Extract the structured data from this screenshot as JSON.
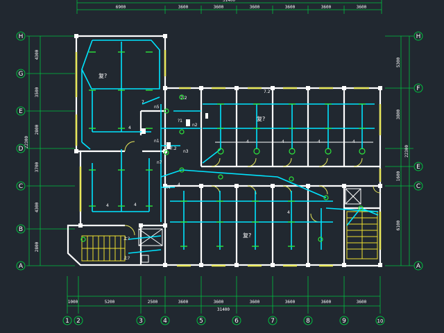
{
  "colors": {
    "background": "#212830",
    "wall": "#ffffff",
    "wiring": "#00e5ff",
    "fixture": "#2ce83a",
    "dimension": "#00c040",
    "window": "#e8e85a",
    "stairs": "#f0e030",
    "text": "#ffffff"
  },
  "top_dims": {
    "overall": "31400",
    "segments": [
      "6900",
      "3600",
      "3600",
      "3600",
      "3600",
      "3600",
      "3600"
    ]
  },
  "bottom_dims": {
    "segments": [
      "1000",
      "5200",
      "2500",
      "3600",
      "3600",
      "3600",
      "3600",
      "3600",
      "3600"
    ],
    "overall": "31400"
  },
  "left_dims": {
    "segments": [
      "4300",
      "3500",
      "2800",
      "3700",
      "4300",
      "2800"
    ],
    "overall": "22300"
  },
  "right_dims": {
    "segments": [
      "5300",
      "3800",
      "1600",
      "6100"
    ],
    "overall": "22300"
  },
  "column_axes": [
    "1",
    "2",
    "3",
    "4",
    "5",
    "6",
    "7",
    "8",
    "9",
    "10"
  ],
  "row_axes_left": [
    "H",
    "G",
    "E",
    "D",
    "C",
    "B",
    "A"
  ],
  "row_axes_right": [
    "H",
    "F",
    "E",
    "C",
    "A"
  ],
  "room_labels": [
    {
      "text": "复?"
    },
    {
      "text": "复?"
    },
    {
      "text": "复?"
    }
  ],
  "circuit_labels": [
    "n5",
    "?1",
    "n2",
    "n3",
    "n1",
    "n7",
    "n4",
    "7.2",
    "7.2",
    "7.2",
    "7",
    "4",
    "4",
    "4",
    "4",
    "4",
    "4",
    "4",
    "4",
    "4"
  ],
  "stair_labels": [
    "上?",
    "上?"
  ]
}
